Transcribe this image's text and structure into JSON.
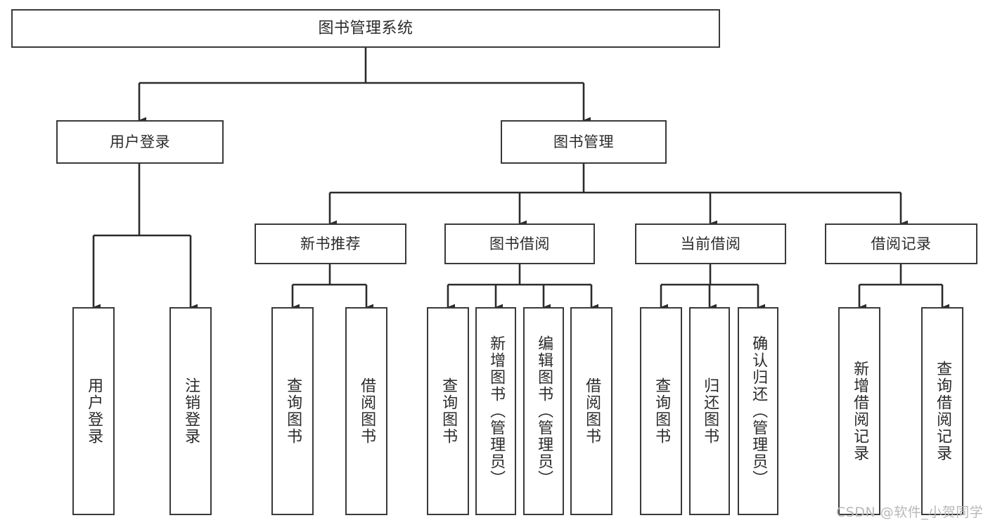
{
  "diagram": {
    "title": "图书管理系统",
    "type": "hierarchy-tree",
    "watermark": "CSDN @软件_小贺同学",
    "colors": {
      "box_border": "#3a3a3a",
      "box_fill": "#ffffff",
      "connector": "#2b2b2b",
      "text": "#2b2b2b",
      "watermark": "#b8b8b8"
    },
    "nodes": {
      "root": {
        "label": "图书管理系统",
        "level": 1,
        "orientation": "horizontal"
      },
      "level2": [
        {
          "id": "user-login",
          "label": "用户登录",
          "orientation": "horizontal"
        },
        {
          "id": "book-manage",
          "label": "图书管理",
          "orientation": "horizontal"
        }
      ],
      "level3": [
        {
          "id": "new-book-recommend",
          "label": "新书推荐",
          "orientation": "horizontal"
        },
        {
          "id": "book-borrow",
          "label": "图书借阅",
          "orientation": "horizontal"
        },
        {
          "id": "current-borrow",
          "label": "当前借阅",
          "orientation": "horizontal"
        },
        {
          "id": "borrow-record",
          "label": "借阅记录",
          "orientation": "horizontal"
        }
      ],
      "leaves": [
        {
          "id": "leaf-user-login",
          "label": "用户登录",
          "parent": "user-login",
          "orientation": "vertical"
        },
        {
          "id": "leaf-user-logout",
          "label": "注销登录",
          "parent": "user-login",
          "orientation": "vertical"
        },
        {
          "id": "leaf-query-book-1",
          "label": "查询图书",
          "parent": "new-book-recommend",
          "orientation": "vertical"
        },
        {
          "id": "leaf-borrow-book-1",
          "label": "借阅图书",
          "parent": "new-book-recommend",
          "orientation": "vertical"
        },
        {
          "id": "leaf-query-book-2",
          "label": "查询图书",
          "parent": "book-borrow",
          "orientation": "vertical"
        },
        {
          "id": "leaf-add-book",
          "label": "新增图书（管理员）",
          "parent": "book-borrow",
          "orientation": "vertical"
        },
        {
          "id": "leaf-edit-book",
          "label": "编辑图书（管理员）",
          "parent": "book-borrow",
          "orientation": "vertical"
        },
        {
          "id": "leaf-borrow-book-2",
          "label": "借阅图书",
          "parent": "book-borrow",
          "orientation": "vertical"
        },
        {
          "id": "leaf-query-book-3",
          "label": "查询图书",
          "parent": "current-borrow",
          "orientation": "vertical"
        },
        {
          "id": "leaf-return-book",
          "label": "归还图书",
          "parent": "current-borrow",
          "orientation": "vertical"
        },
        {
          "id": "leaf-confirm-return",
          "label": "确认归还（管理员）",
          "parent": "current-borrow",
          "orientation": "vertical"
        },
        {
          "id": "leaf-add-record",
          "label": "新增借阅记录",
          "parent": "borrow-record",
          "orientation": "vertical"
        },
        {
          "id": "leaf-query-record",
          "label": "查询借阅记录",
          "parent": "borrow-record",
          "orientation": "vertical"
        }
      ]
    }
  }
}
